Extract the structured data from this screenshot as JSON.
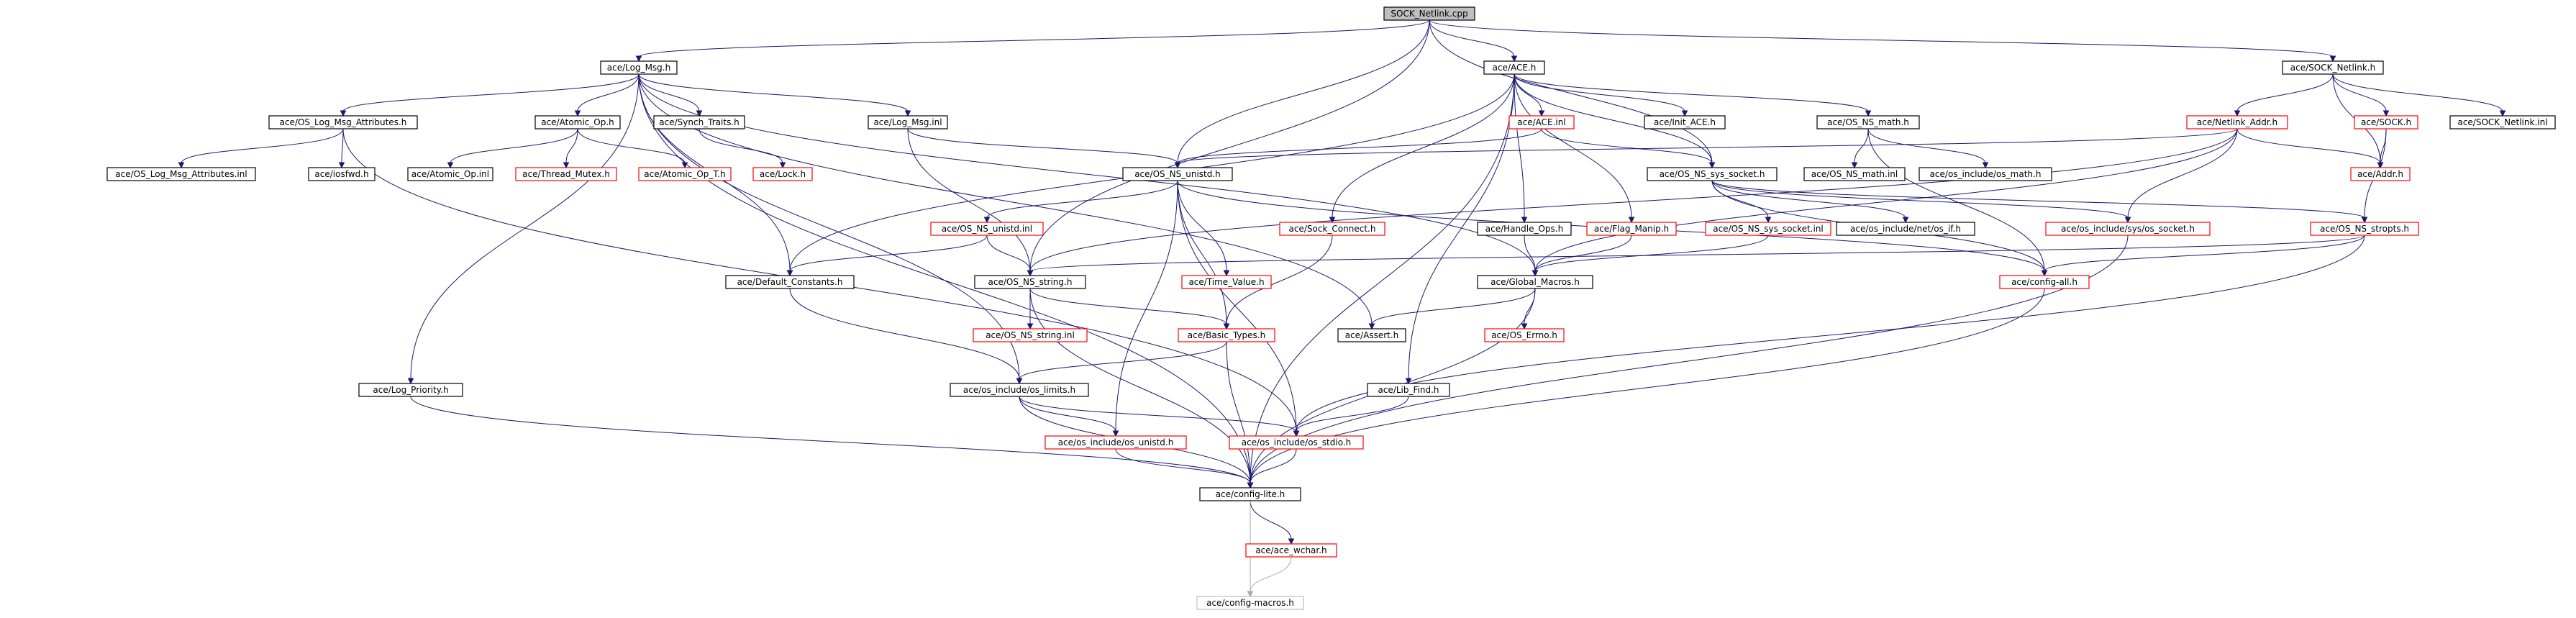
{
  "diagram": {
    "title": "",
    "colors": {
      "edge": "#191970",
      "edge_gray": "#a9a9a9",
      "border_black": "#000000",
      "border_red": "#ff0000",
      "border_gray": "#bfbfbf",
      "root_fill": "#bfbfbf"
    },
    "nodes": [
      {
        "id": "sock_netlink_cpp",
        "label": "SOCK_Netlink.cpp",
        "style": "root"
      },
      {
        "id": "log_msg_h",
        "label": "ace/Log_Msg.h",
        "style": "black"
      },
      {
        "id": "ace_h",
        "label": "ace/ACE.h",
        "style": "black"
      },
      {
        "id": "sock_netlink_h",
        "label": "ace/SOCK_Netlink.h",
        "style": "black"
      },
      {
        "id": "os_log_msg_attributes_h",
        "label": "ace/OS_Log_Msg_Attributes.h",
        "style": "black"
      },
      {
        "id": "atomic_op_h",
        "label": "ace/Atomic_Op.h",
        "style": "black"
      },
      {
        "id": "synch_traits_h",
        "label": "ace/Synch_Traits.h",
        "style": "black"
      },
      {
        "id": "log_msg_inl",
        "label": "ace/Log_Msg.inl",
        "style": "black"
      },
      {
        "id": "ace_inl",
        "label": "ace/ACE.inl",
        "style": "red"
      },
      {
        "id": "init_ace_h",
        "label": "ace/Init_ACE.h",
        "style": "black"
      },
      {
        "id": "os_ns_math_h",
        "label": "ace/OS_NS_math.h",
        "style": "black"
      },
      {
        "id": "netlink_addr_h",
        "label": "ace/Netlink_Addr.h",
        "style": "red"
      },
      {
        "id": "sock_h",
        "label": "ace/SOCK.h",
        "style": "red"
      },
      {
        "id": "sock_netlink_inl",
        "label": "ace/SOCK_Netlink.inl",
        "style": "black"
      },
      {
        "id": "os_log_msg_attributes_inl",
        "label": "ace/OS_Log_Msg_Attributes.inl",
        "style": "black"
      },
      {
        "id": "iosfwd_h",
        "label": "ace/iosfwd.h",
        "style": "black"
      },
      {
        "id": "atomic_op_inl",
        "label": "ace/Atomic_Op.inl",
        "style": "black"
      },
      {
        "id": "thread_mutex_h",
        "label": "ace/Thread_Mutex.h",
        "style": "red"
      },
      {
        "id": "atomic_op_t_h",
        "label": "ace/Atomic_Op_T.h",
        "style": "red"
      },
      {
        "id": "lock_h",
        "label": "ace/Lock.h",
        "style": "red"
      },
      {
        "id": "os_ns_unistd_h",
        "label": "ace/OS_NS_unistd.h",
        "style": "black"
      },
      {
        "id": "os_ns_sys_socket_h",
        "label": "ace/OS_NS_sys_socket.h",
        "style": "black"
      },
      {
        "id": "os_ns_math_inl",
        "label": "ace/OS_NS_math.inl",
        "style": "black"
      },
      {
        "id": "os_include_os_math_h",
        "label": "ace/os_include/os_math.h",
        "style": "black"
      },
      {
        "id": "addr_h",
        "label": "ace/Addr.h",
        "style": "red"
      },
      {
        "id": "os_ns_unistd_inl",
        "label": "ace/OS_NS_unistd.inl",
        "style": "red"
      },
      {
        "id": "sock_connect_h",
        "label": "ace/Sock_Connect.h",
        "style": "red"
      },
      {
        "id": "handle_ops_h",
        "label": "ace/Handle_Ops.h",
        "style": "black"
      },
      {
        "id": "flag_manip_h",
        "label": "ace/Flag_Manip.h",
        "style": "red"
      },
      {
        "id": "os_ns_sys_socket_inl",
        "label": "ace/OS_NS_sys_socket.inl",
        "style": "red"
      },
      {
        "id": "os_include_net_os_if_h",
        "label": "ace/os_include/net/os_if.h",
        "style": "black"
      },
      {
        "id": "os_include_sys_os_socket_h",
        "label": "ace/os_include/sys/os_socket.h",
        "style": "red"
      },
      {
        "id": "os_ns_stropts_h",
        "label": "ace/OS_NS_stropts.h",
        "style": "red"
      },
      {
        "id": "default_constants_h",
        "label": "ace/Default_Constants.h",
        "style": "black"
      },
      {
        "id": "os_ns_string_h",
        "label": "ace/OS_NS_string.h",
        "style": "black"
      },
      {
        "id": "time_value_h",
        "label": "ace/Time_Value.h",
        "style": "red"
      },
      {
        "id": "global_macros_h",
        "label": "ace/Global_Macros.h",
        "style": "black"
      },
      {
        "id": "config_all_h",
        "label": "ace/config-all.h",
        "style": "red"
      },
      {
        "id": "os_ns_string_inl",
        "label": "ace/OS_NS_string.inl",
        "style": "red"
      },
      {
        "id": "basic_types_h",
        "label": "ace/Basic_Types.h",
        "style": "red"
      },
      {
        "id": "assert_h",
        "label": "ace/Assert.h",
        "style": "black"
      },
      {
        "id": "os_errno_h",
        "label": "ace/OS_Errno.h",
        "style": "red"
      },
      {
        "id": "log_priority_h",
        "label": "ace/Log_Priority.h",
        "style": "black"
      },
      {
        "id": "os_include_os_limits_h",
        "label": "ace/os_include/os_limits.h",
        "style": "black"
      },
      {
        "id": "lib_find_h",
        "label": "ace/Lib_Find.h",
        "style": "black"
      },
      {
        "id": "os_include_os_unistd_h",
        "label": "ace/os_include/os_unistd.h",
        "style": "red"
      },
      {
        "id": "os_include_os_stdio_h",
        "label": "ace/os_include/os_stdio.h",
        "style": "red"
      },
      {
        "id": "config_lite_h",
        "label": "ace/config-lite.h",
        "style": "black"
      },
      {
        "id": "ace_wchar_h",
        "label": "ace/ace_wchar.h",
        "style": "red"
      },
      {
        "id": "config_macros_h",
        "label": "ace/config-macros.h",
        "style": "gray"
      }
    ],
    "edges": [
      [
        "sock_netlink_cpp",
        "log_msg_h"
      ],
      [
        "sock_netlink_cpp",
        "ace_h"
      ],
      [
        "sock_netlink_cpp",
        "sock_netlink_h"
      ],
      [
        "sock_netlink_cpp",
        "os_ns_unistd_h"
      ],
      [
        "sock_netlink_cpp",
        "os_ns_sys_socket_h"
      ],
      [
        "sock_netlink_cpp",
        "os_ns_string_h"
      ],
      [
        "log_msg_h",
        "os_log_msg_attributes_h"
      ],
      [
        "log_msg_h",
        "atomic_op_h"
      ],
      [
        "log_msg_h",
        "synch_traits_h"
      ],
      [
        "log_msg_h",
        "log_msg_inl"
      ],
      [
        "log_msg_h",
        "default_constants_h"
      ],
      [
        "log_msg_h",
        "log_priority_h"
      ],
      [
        "log_msg_h",
        "os_include_os_limits_h"
      ],
      [
        "log_msg_h",
        "global_macros_h"
      ],
      [
        "log_msg_h",
        "assert_h"
      ],
      [
        "log_msg_h",
        "config_lite_h"
      ],
      [
        "os_log_msg_attributes_h",
        "os_log_msg_attributes_inl"
      ],
      [
        "os_log_msg_attributes_h",
        "iosfwd_h"
      ],
      [
        "os_log_msg_attributes_h",
        "os_include_os_stdio_h"
      ],
      [
        "atomic_op_h",
        "atomic_op_inl"
      ],
      [
        "atomic_op_h",
        "thread_mutex_h"
      ],
      [
        "atomic_op_h",
        "atomic_op_t_h"
      ],
      [
        "synch_traits_h",
        "lock_h"
      ],
      [
        "log_msg_inl",
        "os_ns_unistd_h"
      ],
      [
        "log_msg_inl",
        "os_ns_string_h"
      ],
      [
        "ace_h",
        "ace_inl"
      ],
      [
        "ace_h",
        "init_ace_h"
      ],
      [
        "ace_h",
        "os_ns_math_h"
      ],
      [
        "ace_h",
        "os_ns_sys_socket_h"
      ],
      [
        "ace_h",
        "default_constants_h"
      ],
      [
        "ace_h",
        "sock_connect_h"
      ],
      [
        "ace_h",
        "handle_ops_h"
      ],
      [
        "ace_h",
        "flag_manip_h"
      ],
      [
        "ace_h",
        "lib_find_h"
      ],
      [
        "ace_h",
        "config_lite_h"
      ],
      [
        "ace_inl",
        "os_ns_unistd_h"
      ],
      [
        "ace_inl",
        "os_ns_sys_socket_h"
      ],
      [
        "os_ns_math_h",
        "os_ns_math_inl"
      ],
      [
        "os_ns_math_h",
        "os_include_os_math_h"
      ],
      [
        "os_ns_math_h",
        "config_all_h"
      ],
      [
        "sock_netlink_h",
        "netlink_addr_h"
      ],
      [
        "sock_netlink_h",
        "sock_h"
      ],
      [
        "sock_netlink_h",
        "sock_netlink_inl"
      ],
      [
        "sock_netlink_h",
        "addr_h"
      ],
      [
        "netlink_addr_h",
        "addr_h"
      ],
      [
        "netlink_addr_h",
        "os_ns_unistd_h"
      ],
      [
        "netlink_addr_h",
        "os_include_sys_os_socket_h"
      ],
      [
        "netlink_addr_h",
        "os_ns_string_h"
      ],
      [
        "netlink_addr_h",
        "global_macros_h"
      ],
      [
        "sock_h",
        "addr_h"
      ],
      [
        "sock_h",
        "os_ns_stropts_h"
      ],
      [
        "os_ns_unistd_h",
        "os_ns_unistd_inl"
      ],
      [
        "os_ns_unistd_h",
        "time_value_h"
      ],
      [
        "os_ns_unistd_h",
        "basic_types_h"
      ],
      [
        "os_ns_unistd_h",
        "os_include_os_unistd_h"
      ],
      [
        "os_ns_unistd_h",
        "os_include_os_stdio_h"
      ],
      [
        "os_ns_unistd_h",
        "config_all_h"
      ],
      [
        "os_ns_unistd_inl",
        "default_constants_h"
      ],
      [
        "os_ns_unistd_inl",
        "os_ns_string_h"
      ],
      [
        "os_ns_sys_socket_h",
        "os_ns_sys_socket_inl"
      ],
      [
        "os_ns_sys_socket_h",
        "os_include_net_os_if_h"
      ],
      [
        "os_ns_sys_socket_h",
        "os_include_sys_os_socket_h"
      ],
      [
        "os_ns_sys_socket_h",
        "os_ns_stropts_h"
      ],
      [
        "os_ns_sys_socket_h",
        "config_all_h"
      ],
      [
        "os_ns_sys_socket_inl",
        "global_macros_h"
      ],
      [
        "sock_connect_h",
        "basic_types_h"
      ],
      [
        "handle_ops_h",
        "global_macros_h"
      ],
      [
        "flag_manip_h",
        "global_macros_h"
      ],
      [
        "os_include_sys_os_socket_h",
        "config_lite_h"
      ],
      [
        "os_ns_stropts_h",
        "os_ns_string_h"
      ],
      [
        "os_ns_stropts_h",
        "config_all_h"
      ],
      [
        "os_ns_stropts_h",
        "os_include_os_stdio_h"
      ],
      [
        "default_constants_h",
        "os_include_os_limits_h"
      ],
      [
        "os_ns_string_h",
        "os_ns_string_inl"
      ],
      [
        "os_ns_string_h",
        "basic_types_h"
      ],
      [
        "os_ns_string_h",
        "config_lite_h"
      ],
      [
        "global_macros_h",
        "config_lite_h"
      ],
      [
        "global_macros_h",
        "os_errno_h"
      ],
      [
        "global_macros_h",
        "assert_h"
      ],
      [
        "config_all_h",
        "config_lite_h"
      ],
      [
        "basic_types_h",
        "os_include_os_limits_h"
      ],
      [
        "basic_types_h",
        "config_lite_h"
      ],
      [
        "log_priority_h",
        "config_lite_h"
      ],
      [
        "os_include_os_limits_h",
        "os_include_os_unistd_h"
      ],
      [
        "os_include_os_limits_h",
        "os_include_os_stdio_h"
      ],
      [
        "os_include_os_limits_h",
        "config_lite_h"
      ],
      [
        "lib_find_h",
        "os_include_os_stdio_h"
      ],
      [
        "os_include_os_unistd_h",
        "config_lite_h"
      ],
      [
        "os_include_os_stdio_h",
        "config_lite_h"
      ],
      [
        "config_lite_h",
        "ace_wchar_h"
      ],
      [
        "config_lite_h",
        "config_macros_h"
      ],
      [
        "ace_wchar_h",
        "config_macros_h"
      ]
    ]
  }
}
